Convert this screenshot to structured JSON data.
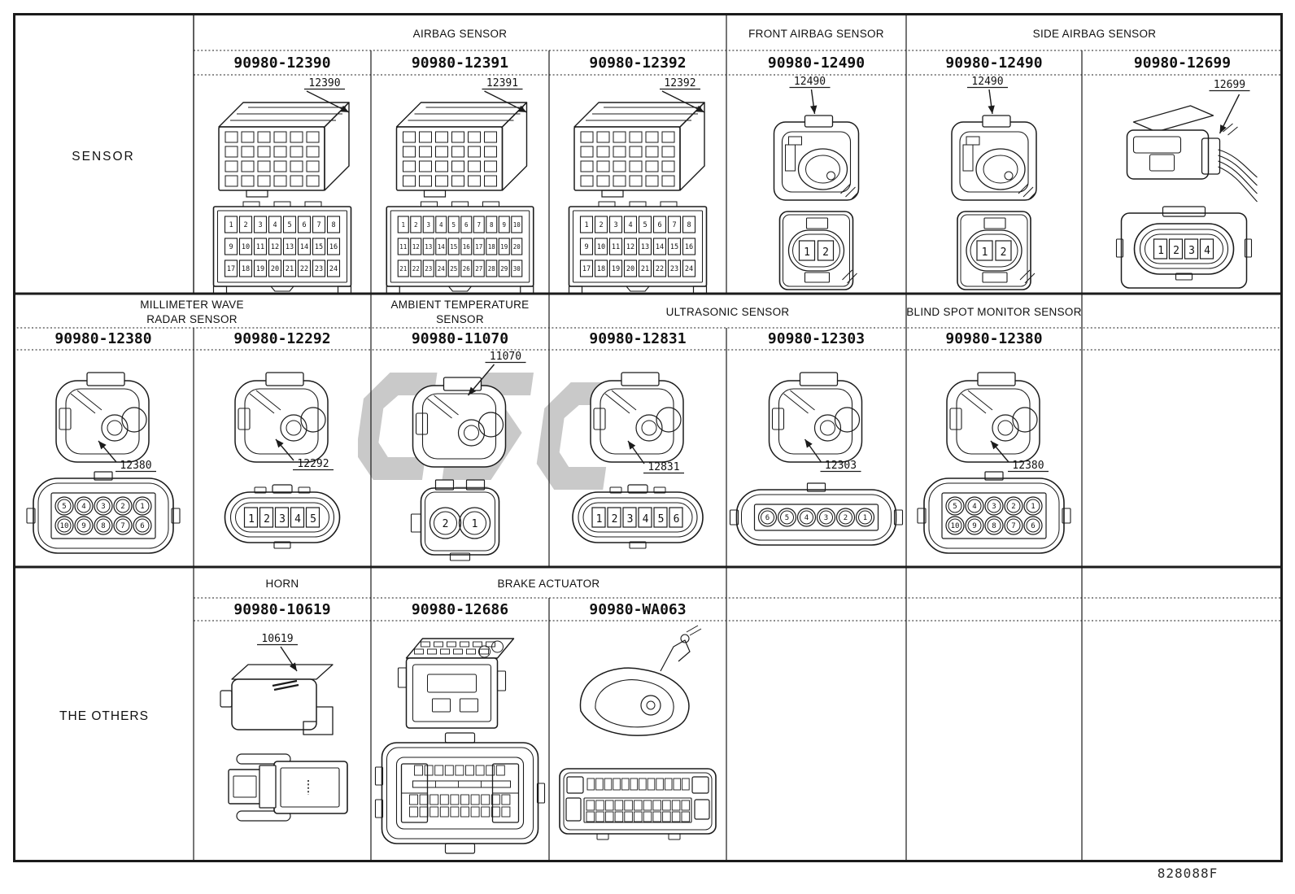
{
  "page": {
    "doc_code": "828088F",
    "line_color": "#1b1b1b",
    "background": "#ffffff"
  },
  "watermark": {
    "letters": [
      "C",
      "S",
      "C"
    ],
    "color": "#c9c9c9"
  },
  "bands": [
    {
      "label": "SENSOR",
      "groups": [
        {
          "lines": [
            "AIRBAG SENSOR"
          ]
        },
        {
          "lines": [
            "FRONT AIRBAG SENSOR"
          ]
        },
        {
          "lines": [
            "SIDE AIRBAG SENSOR"
          ]
        }
      ],
      "cells": [
        {
          "part": "90980-12390",
          "callout": "12390",
          "pinout": {
            "type": "grid",
            "rows": [
              [
                1,
                2,
                3,
                4,
                5,
                6,
                7,
                8
              ],
              [
                9,
                10,
                11,
                12,
                13,
                14,
                15,
                16
              ],
              [
                17,
                18,
                19,
                20,
                21,
                22,
                23,
                24
              ]
            ]
          }
        },
        {
          "part": "90980-12391",
          "callout": "12391",
          "pinout": {
            "type": "grid",
            "rows": [
              [
                1,
                2,
                3,
                4,
                5,
                6,
                7,
                8,
                9,
                10
              ],
              [
                11,
                12,
                13,
                14,
                15,
                16,
                17,
                18,
                19,
                20
              ],
              [
                21,
                22,
                23,
                24,
                25,
                26,
                27,
                28,
                29,
                30
              ]
            ]
          }
        },
        {
          "part": "90980-12392",
          "callout": "12392",
          "pinout": {
            "type": "grid",
            "rows": [
              [
                1,
                2,
                3,
                4,
                5,
                6,
                7,
                8
              ],
              [
                9,
                10,
                11,
                12,
                13,
                14,
                15,
                16
              ],
              [
                17,
                18,
                19,
                20,
                21,
                22,
                23,
                24
              ]
            ]
          }
        },
        {
          "part": "90980-12490",
          "callout": "12490",
          "pinout": {
            "type": "oval2",
            "pins": [
              1,
              2
            ]
          }
        },
        {
          "part": "90980-12490",
          "callout": "12490",
          "pinout": {
            "type": "oval2",
            "pins": [
              1,
              2
            ]
          }
        },
        {
          "part": "90980-12699",
          "callout": "12699",
          "pinout": {
            "type": "ovalrow",
            "pins": [
              1,
              2,
              3,
              4
            ],
            "shell": true
          }
        }
      ]
    },
    {
      "label": "",
      "groups": [
        {
          "lines": [
            "MILLIMETER WAVE",
            "RADAR SENSOR"
          ]
        },
        {
          "lines": [
            "AMBIENT TEMPERATURE",
            "SENSOR"
          ]
        },
        {
          "lines": [
            "ULTRASONIC SENSOR"
          ]
        },
        {
          "lines": [
            "BLIND SPOT MONITOR SENSOR"
          ]
        },
        {
          "lines": [
            ""
          ]
        }
      ],
      "cells": [
        {
          "part": "90980-12380",
          "callout": "12380",
          "pinout": {
            "type": "circles",
            "rows": [
              [
                5,
                4,
                3,
                2,
                1
              ],
              [
                10,
                9,
                8,
                7,
                6
              ]
            ]
          }
        },
        {
          "part": "90980-12292",
          "callout": "12292",
          "pinout": {
            "type": "ovalrow",
            "pins": [
              1,
              2,
              3,
              4,
              5
            ],
            "shell": false
          }
        },
        {
          "part": "90980-11070",
          "callout": "11070",
          "pinout": {
            "type": "twocircles",
            "pins": [
              2,
              1
            ]
          }
        },
        {
          "part": "90980-12831",
          "callout": "12831",
          "pinout": {
            "type": "ovalrow",
            "pins": [
              1,
              2,
              3,
              4,
              5,
              6
            ],
            "shell": false
          }
        },
        {
          "part": "90980-12303",
          "callout": "12303",
          "pinout": {
            "type": "circles",
            "rows": [
              [
                6,
                5,
                4,
                3,
                2,
                1
              ]
            ]
          }
        },
        {
          "part": "90980-12380",
          "callout": "12380",
          "pinout": {
            "type": "circles",
            "rows": [
              [
                5,
                4,
                3,
                2,
                1
              ],
              [
                10,
                9,
                8,
                7,
                6
              ]
            ]
          }
        }
      ]
    },
    {
      "label": "THE OTHERS",
      "groups": [
        {
          "lines": [
            "HORN"
          ]
        },
        {
          "lines": [
            "BRAKE ACTUATOR"
          ]
        },
        {
          "lines": [
            ""
          ]
        }
      ],
      "cells": [
        {
          "part": "90980-10619",
          "callout": "10619",
          "pinout": {
            "type": "hornface",
            "pin_slots": 1
          }
        },
        {
          "part": "90980-12686",
          "callout": "",
          "pinout": {
            "type": "brakeface",
            "left_pins": 2,
            "right_pins": 2,
            "top_row_pins": 9,
            "lower_rows_pins": [
              10,
              10
            ]
          }
        },
        {
          "part": "90980-WA063",
          "callout": "",
          "pinout": {
            "type": "waface",
            "top_row_pins": 12,
            "lower_rows_pins": [
              11,
              11
            ],
            "left_pins": 2,
            "right_pins": 2
          }
        }
      ]
    }
  ]
}
